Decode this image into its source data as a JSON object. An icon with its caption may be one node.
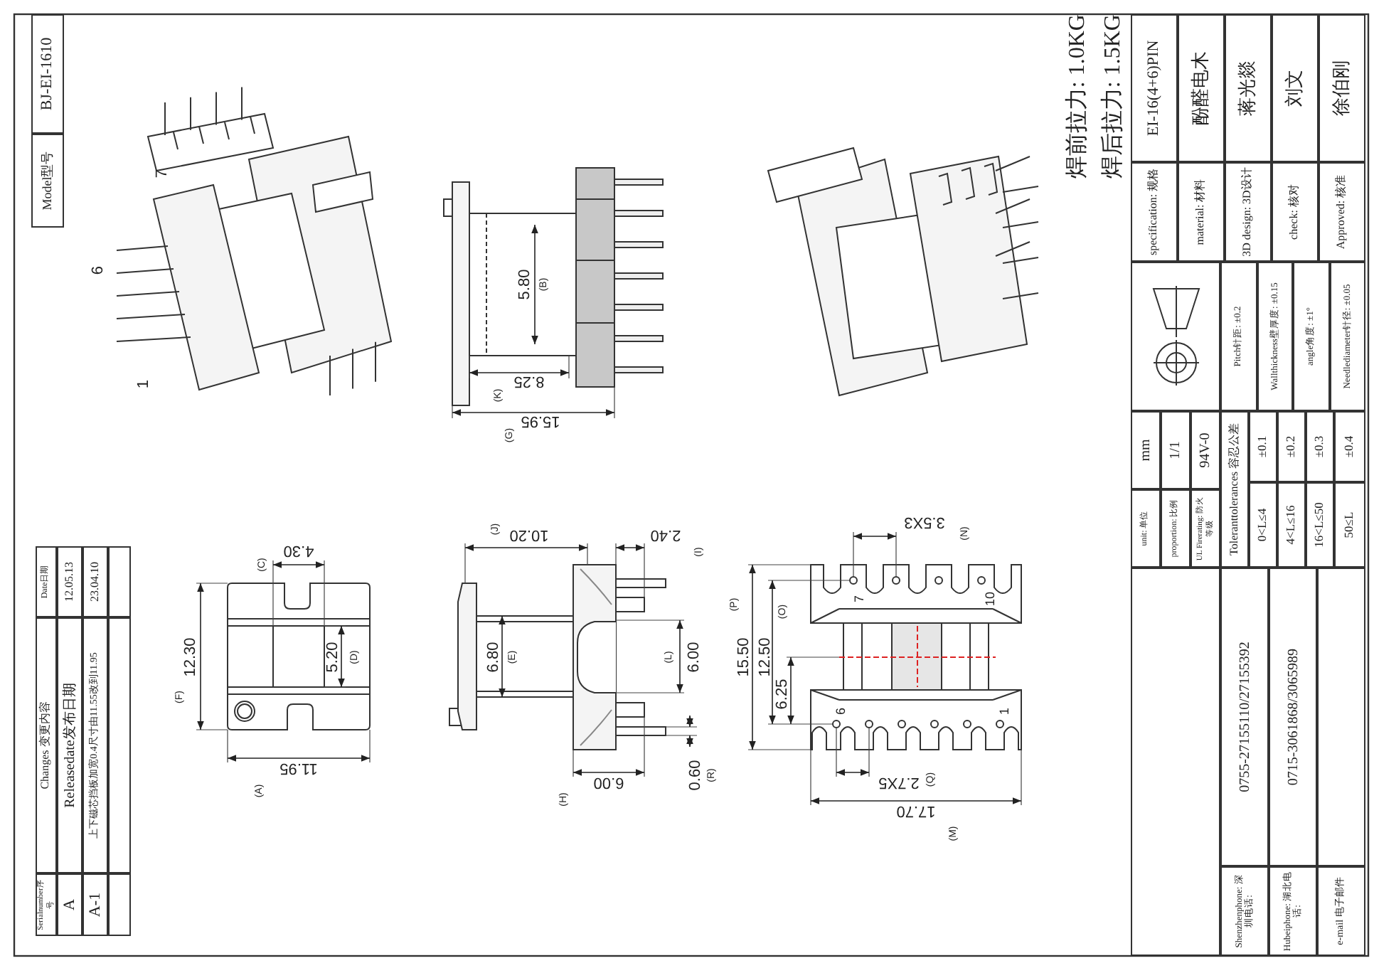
{
  "diagram": {
    "labels": [
      "Serialnumber序号",
      "Changes 变更内容",
      "Date日期",
      "A",
      "Releasedate发布日期",
      "12.05.13",
      "A-1",
      "上下磁芯挡板加宽0.4尺寸由11.55改到11.95",
      "23.04.10",
      "Model型号",
      "BJ-EI-1610",
      "6",
      "7",
      "1",
      "5.80",
      "(B)",
      "8.25",
      "(K)",
      "15.95",
      "(G)",
      "4.30",
      "(C)",
      "12.30",
      "(F)",
      "5.20",
      "(D)",
      "11.95",
      "(A)",
      "10.20",
      "(J)",
      "2.40",
      "(I)",
      "6.80",
      "(E)",
      "6.00",
      "(L)",
      "0.60",
      "(R)",
      "6.00",
      "(H)",
      "3.5X3",
      "(N)",
      "7",
      "10",
      "15.50",
      "(P)",
      "12.50",
      "(O)",
      "6.25",
      "6",
      "1",
      "2.7X5",
      "(Q)",
      "17.70",
      "(M)",
      "焊前拉力: 1.0KG",
      "焊后拉力: 1.5KG",
      "specification: 规格",
      "EI-16(4+6)PIN",
      "material: 材料",
      "酚醛电木",
      "3D design: 3D设计",
      "蒋光燚",
      "check: 核对",
      "刘文",
      "Approved: 核准",
      "徐伯刚",
      "unit: 单位",
      "mm",
      "proportion: 比例",
      "1/1",
      "UL Firerating: 防火等级",
      "94V-0",
      "Toleranttolerances 容忍公差",
      "0<L≤4",
      "±0.1",
      "4<L≤16",
      "±0.2",
      "16<L≤50",
      "±0.3",
      "50≤L",
      "±0.4",
      "Pitch针距: ±0.2",
      "Wallthickness壁厚度: ±0.15",
      "angle角度: ±1°",
      "Needlediameter针径: ±0.05",
      "Shenzhenphone: 深圳电话:",
      "0755-27155110/27155392",
      "Hubeiphone: 湖北电话:",
      "0715-3061868/3065989",
      "e-mail 电子邮件"
    ]
  }
}
